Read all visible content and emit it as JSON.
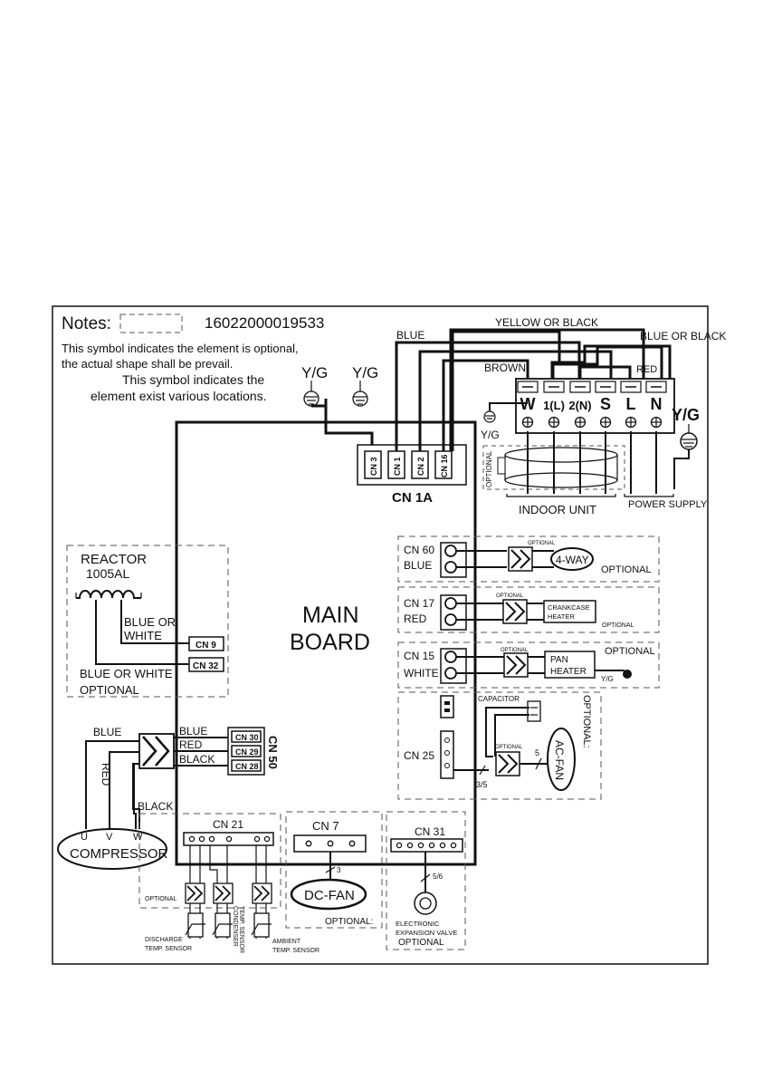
{
  "notes": {
    "label": "Notes:",
    "part_number": "16022000019533",
    "optional_symbol_text_1": "This symbol indicates the element is  optional,",
    "optional_symbol_text_2": "the actual shape shall be prevail.",
    "location_symbol_text_1": "This symbol indicates the",
    "location_symbol_text_2": "element exist various locations."
  },
  "ground_label": "Y/G",
  "wire_labels": {
    "yellow_or_black": "YELLOW OR BLACK",
    "blue": "BLUE",
    "blue_or_black": "BLUE OR BLACK",
    "brown": "BROWN",
    "red": "RED"
  },
  "terminals": [
    "W",
    "1(L)",
    "2(N)",
    "S",
    "L",
    "N"
  ],
  "indoor_unit_label": "INDOOR  UNIT",
  "power_supply_label": "POWER SUPPLY",
  "optional_label": "OPTIONAL",
  "optional_small": "OPTIONAL",
  "optional_colon": "OPTIONAL:",
  "cn1a": {
    "label": "CN 1A",
    "pins": [
      "CN 3",
      "CN 1",
      "CN 2",
      "CN 16"
    ]
  },
  "main_board": {
    "line1": "MAIN",
    "line2": "BOARD"
  },
  "reactor": {
    "title": "REACTOR",
    "model": "1005AL",
    "wire1_line1": "BLUE OR",
    "wire1_line2": "WHITE",
    "wire2": "BLUE OR WHITE",
    "optional": "OPTIONAL",
    "cn9": "CN 9",
    "cn32": "CN 32"
  },
  "cn60": {
    "label": "CN 60",
    "color": "BLUE",
    "device": "4-WAY"
  },
  "cn17": {
    "label": "CN 17",
    "color": "RED",
    "device_line1": "CRANKCASE",
    "device_line2": "HEATER"
  },
  "cn15": {
    "label": "CN 15",
    "color": "WHITE",
    "device_line1": "PAN",
    "device_line2": "HEATER",
    "ground": "Y/G"
  },
  "cn25": {
    "label": "CN 25",
    "capacitor": "CAPACITOR",
    "fan": "AC-FAN",
    "wire_count": "5",
    "wire_count2": "3/5"
  },
  "compressor": {
    "label": "COMPRESSOR",
    "wire_blue": "BLUE",
    "wire_red": "RED",
    "wire_black": "BLACK",
    "phases": [
      "U",
      "V",
      "W"
    ],
    "cn50": "CN 50",
    "cn30": "CN 30",
    "cn29": "CN 29",
    "cn28": "CN 28"
  },
  "cn21": {
    "label": "CN 21",
    "discharge_line1": "DISCHARGE",
    "discharge_line2": "TEMP. SENSOR",
    "condenser_line1": "CONDENSER",
    "condenser_line2": "TEMP. SENSOR",
    "ambient_line1": "AMBIENT",
    "ambient_line2": "TEMP. SENSOR"
  },
  "cn7": {
    "label": "CN 7",
    "fan": "DC-FAN",
    "wire_count": "3"
  },
  "cn31": {
    "label": "CN 31",
    "wire_count": "5/6",
    "valve_line1": "ELECTRONIC",
    "valve_line2": "EXPANSION VALVE",
    "valve_optional": "OPTIONAL"
  }
}
